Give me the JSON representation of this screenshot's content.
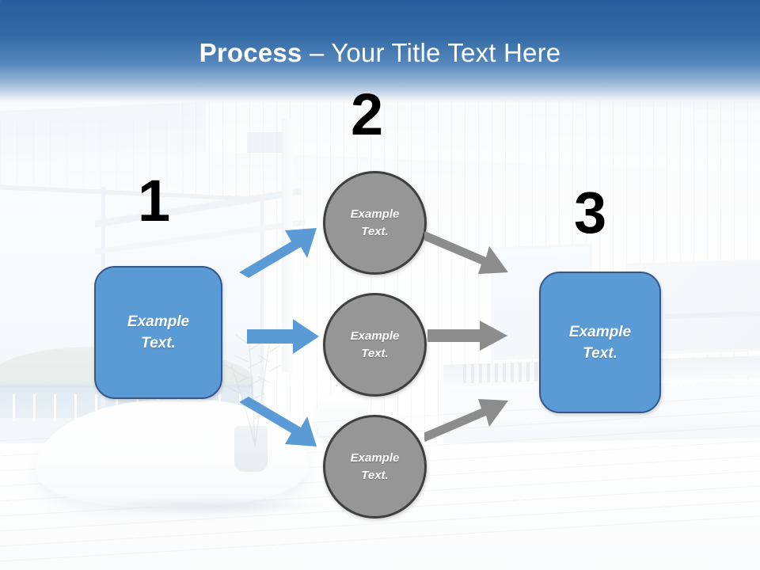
{
  "slide": {
    "title_strong": "Process",
    "title_rest": " – Your Title Text Here",
    "title_full": "Process – Your Title Text Here"
  },
  "colors": {
    "header_blue_top": "#2a5d9e",
    "header_blue_mid": "#3269a4",
    "box_blue_fill": "#5b9bd5",
    "box_blue_border": "#37568a",
    "circle_gray_fill": "#969696",
    "circle_gray_border": "#3f3f3f",
    "blue_arrow": "#5b9bd5",
    "gray_arrow": "#8c8c8c",
    "number_black": "#000000",
    "label_white": "#ffffff"
  },
  "steps": [
    {
      "number": "1",
      "label": "Example\nText."
    },
    {
      "number": "2",
      "label": ""
    },
    {
      "number": "3",
      "label": "Example\nText."
    }
  ],
  "numbers": {
    "one": "1",
    "two": "2",
    "three": "3"
  },
  "boxes": {
    "left": {
      "line1": "Example",
      "line2": "Text."
    },
    "right": {
      "line1": "Example",
      "line2": "Text."
    }
  },
  "circles": [
    {
      "line1": "Example",
      "line2": "Text."
    },
    {
      "line1": "Example",
      "line2": "Text."
    },
    {
      "line1": "Example",
      "line2": "Text."
    }
  ],
  "arrows": {
    "blue": [
      {
        "name": "blue-arrow-up-right",
        "direction": "up-right"
      },
      {
        "name": "blue-arrow-right",
        "direction": "right"
      },
      {
        "name": "blue-arrow-down-right",
        "direction": "down-right"
      }
    ],
    "gray": [
      {
        "name": "gray-arrow-down-right",
        "direction": "down-right"
      },
      {
        "name": "gray-arrow-right",
        "direction": "right"
      },
      {
        "name": "gray-arrow-up-right",
        "direction": "up-right"
      }
    ]
  },
  "background": {
    "description": "washed-out white bathroom interior with sea view window, bathtub and plant"
  }
}
